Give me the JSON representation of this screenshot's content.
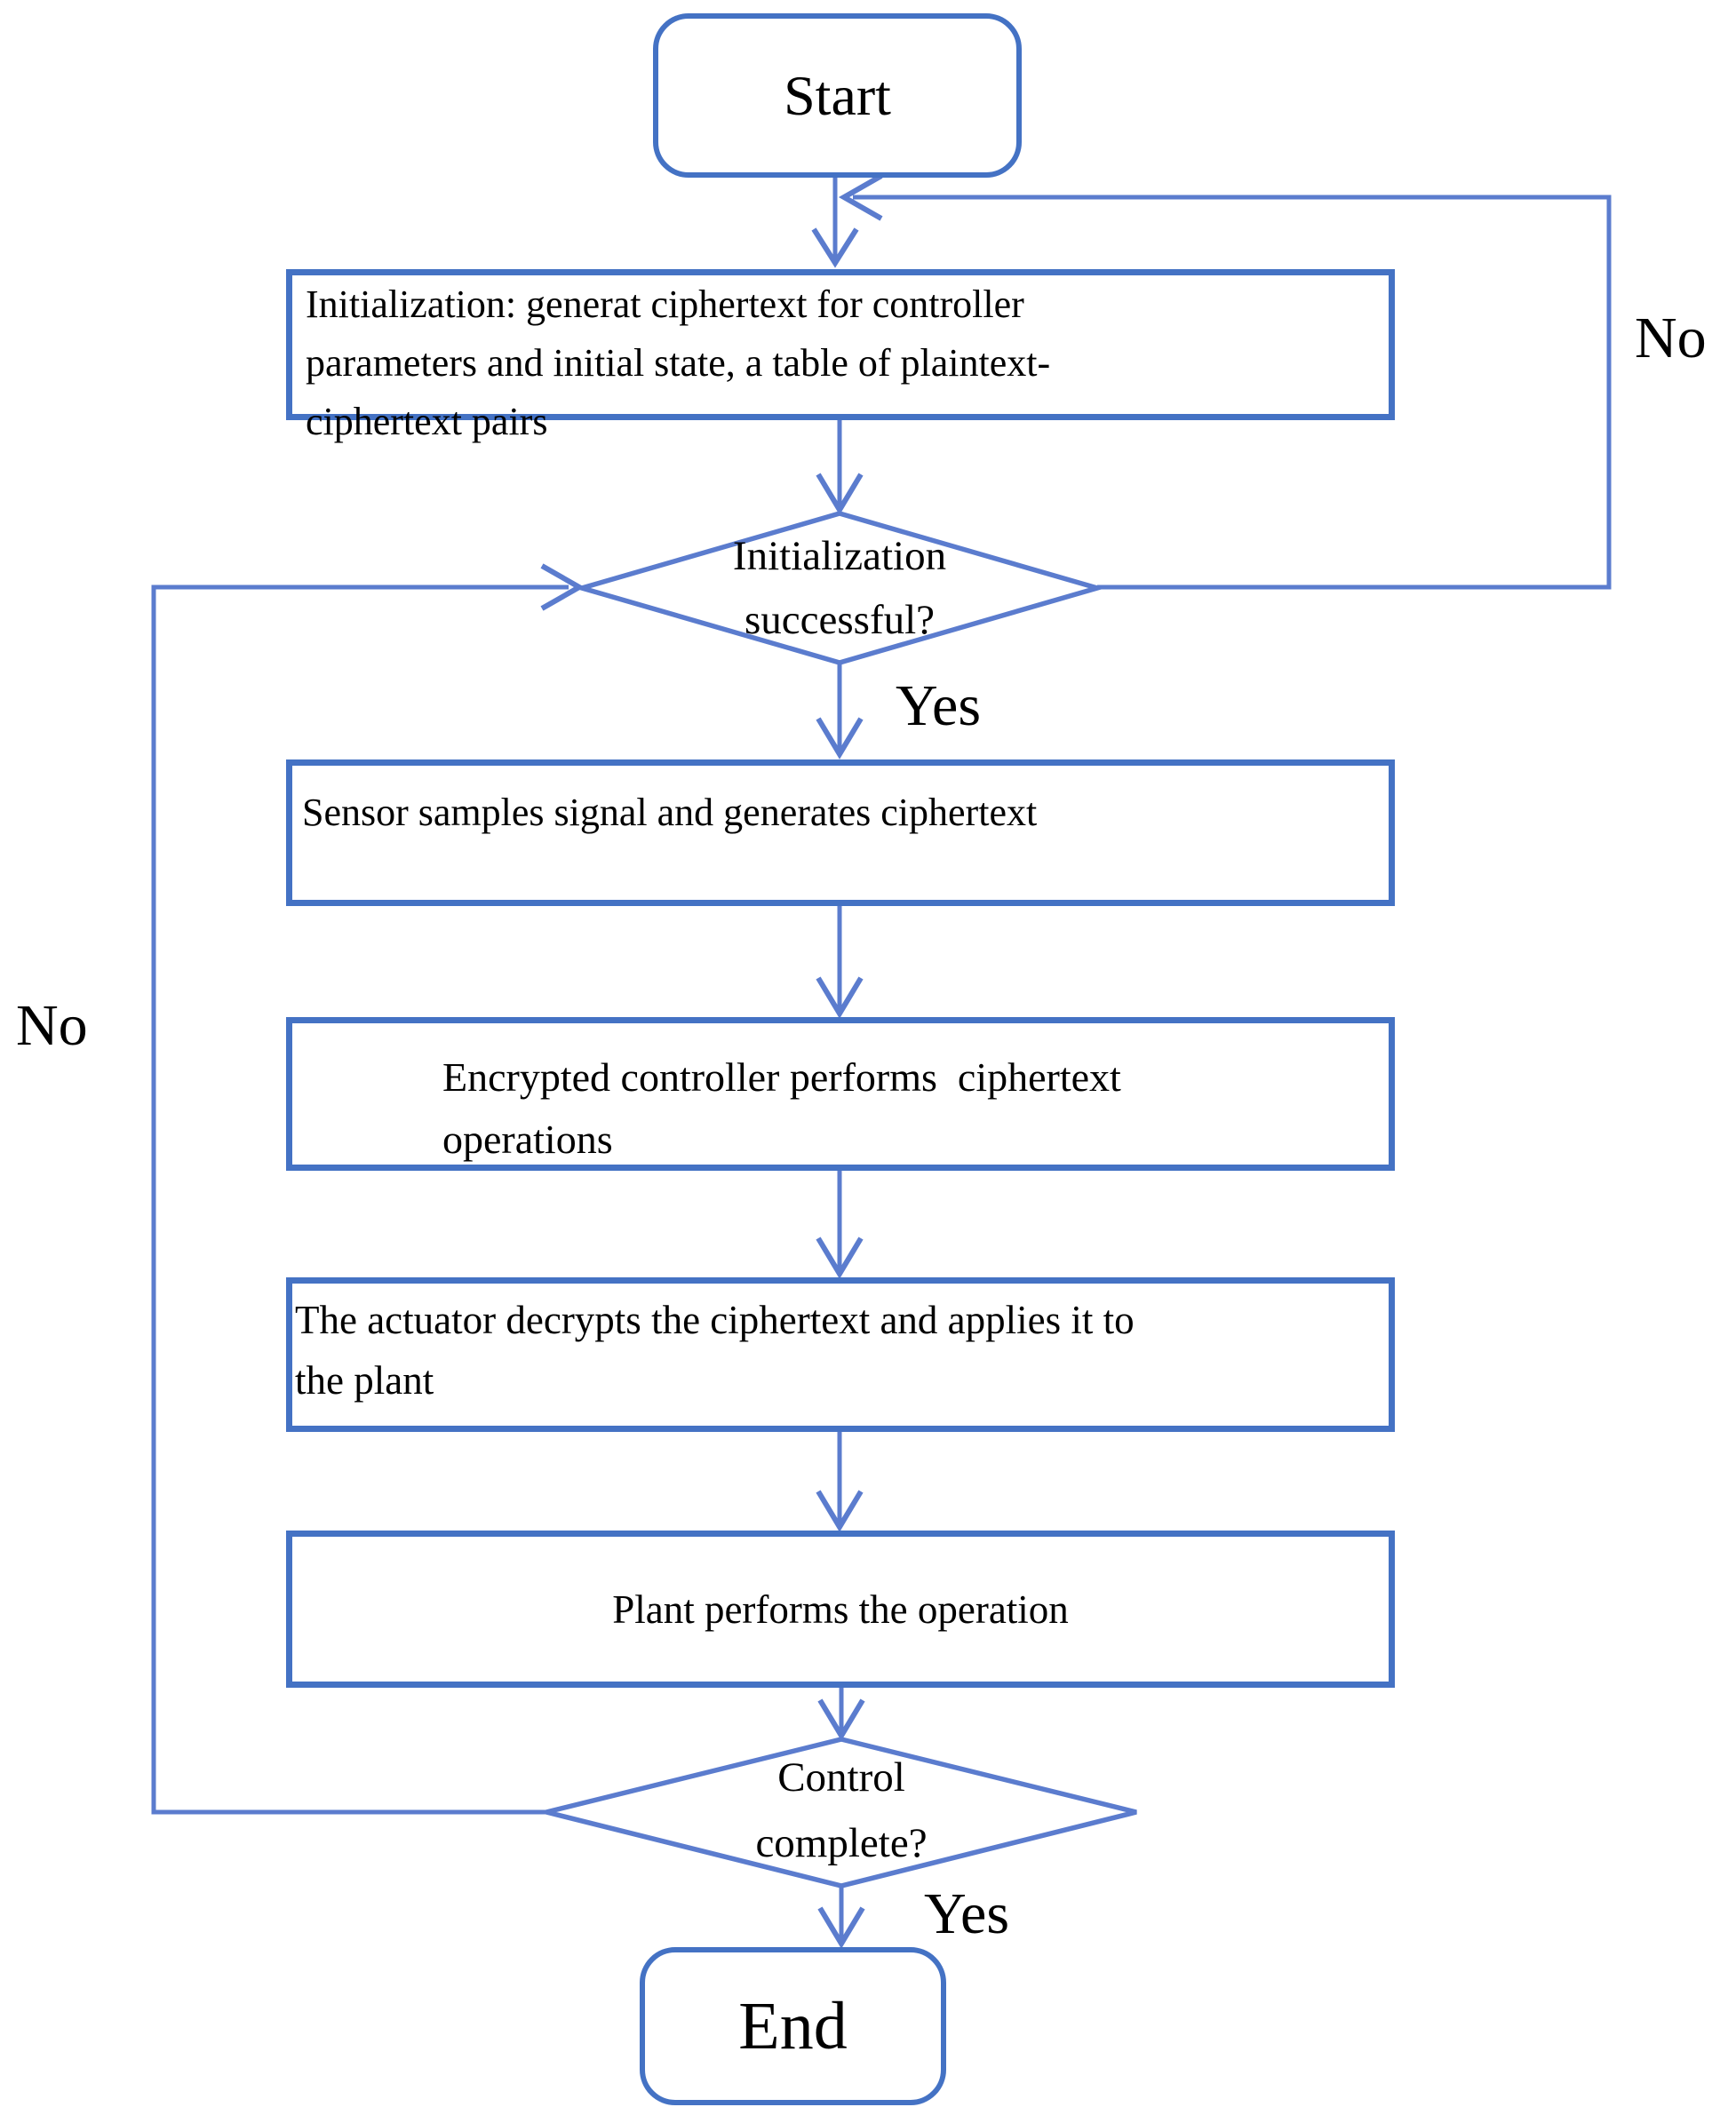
{
  "flowchart": {
    "nodes": {
      "start": {
        "label": "Start",
        "type": "terminator"
      },
      "initialization": {
        "type": "process",
        "lines": [
          "Initialization: generat ciphertext for controller",
          "parameters and initial state, a table of plaintext-",
          "ciphertext pairs"
        ]
      },
      "init_check": {
        "type": "decision",
        "lines": [
          "Initialization",
          "successful?"
        ]
      },
      "sensor": {
        "type": "process",
        "label": "Sensor samples signal and generates ciphertext"
      },
      "controller": {
        "type": "process",
        "lines": [
          "Encrypted controller performs  ciphertext",
          "operations"
        ]
      },
      "actuator": {
        "type": "process",
        "lines": [
          "The actuator decrypts the ciphertext and applies it to",
          "the plant"
        ]
      },
      "plant": {
        "type": "process",
        "label": "Plant performs the operation"
      },
      "control_check": {
        "type": "decision",
        "lines": [
          "Control",
          "complete?"
        ]
      },
      "end": {
        "label": "End",
        "type": "terminator"
      }
    },
    "edge_labels": {
      "init_yes": "Yes",
      "init_no": "No",
      "control_no": "No",
      "control_yes": "Yes"
    },
    "colors": {
      "shape_border": "#4472C4",
      "connector": "#5B7CCE",
      "text": "#000000",
      "background": "#FFFFFF"
    }
  }
}
